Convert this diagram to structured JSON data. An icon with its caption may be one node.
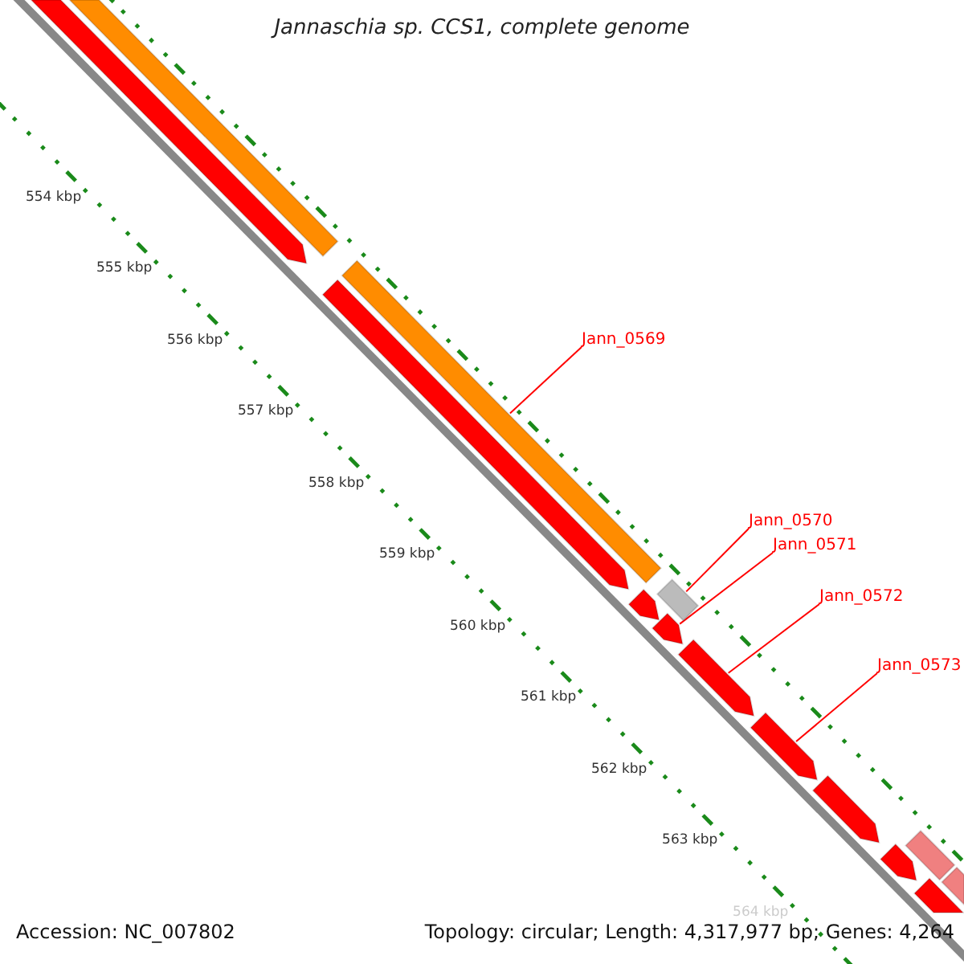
{
  "diagram": {
    "title": "Jannaschia sp. CCS1, complete genome",
    "nodes": [
      {
        "text": [
          "Jann_0569"
        ]
      },
      {
        "text": [
          "Jann_0570"
        ]
      },
      {
        "text": [
          "Jann_0571"
        ]
      },
      {
        "text": [
          "Jann_0572"
        ]
      },
      {
        "text": [
          "Jann_0573"
        ]
      },
      {
        "text": [],
        "shape": "bar"
      },
      {
        "text": [],
        "shape": "bar"
      },
      {
        "text": [],
        "shape": "bar"
      },
      {
        "text": [],
        "shape": "bar"
      },
      {
        "text": [],
        "shape": "bar"
      },
      {
        "text": [],
        "shape": "bar"
      },
      {
        "text": [],
        "shape": "bar"
      },
      {
        "text": [],
        "shape": "bar"
      },
      {
        "text": [],
        "shape": "bar"
      },
      {
        "text": [],
        "shape": "bar"
      },
      {
        "text": [],
        "shape": "bar"
      },
      {
        "text": [],
        "shape": "bar"
      },
      {
        "text": [],
        "shape": "bar"
      },
      {
        "text": [],
        "shape": "bar"
      }
    ],
    "edges": [
      {
        "from": 0,
        "to": 7,
        "arrow": "none"
      },
      {
        "from": 1,
        "to": 10,
        "arrow": "none"
      },
      {
        "from": 2,
        "to": 11,
        "arrow": "none"
      },
      {
        "from": 3,
        "to": 12,
        "arrow": "none"
      },
      {
        "from": 4,
        "to": 13,
        "arrow": "none"
      }
    ],
    "labels": [
      "554 kbp",
      "555 kbp",
      "556 kbp",
      "557 kbp",
      "558 kbp",
      "559 kbp",
      "560 kbp",
      "561 kbp",
      "562 kbp",
      "563 kbp",
      "564 kbp",
      "Accession: NC_007802",
      "Topology: circular; Length: 4,317,977 bp; Genes: 4,264"
    ]
  }
}
